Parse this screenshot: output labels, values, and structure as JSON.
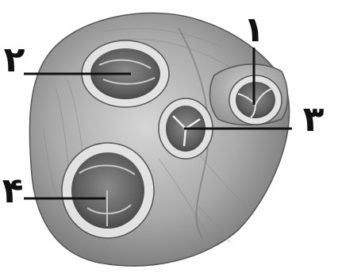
{
  "labels": [
    {
      "id": "label-1",
      "text": "۱"
    },
    {
      "id": "label-2",
      "text": "۲"
    },
    {
      "id": "label-3",
      "text": "۳"
    },
    {
      "id": "label-4",
      "text": "۴"
    }
  ]
}
